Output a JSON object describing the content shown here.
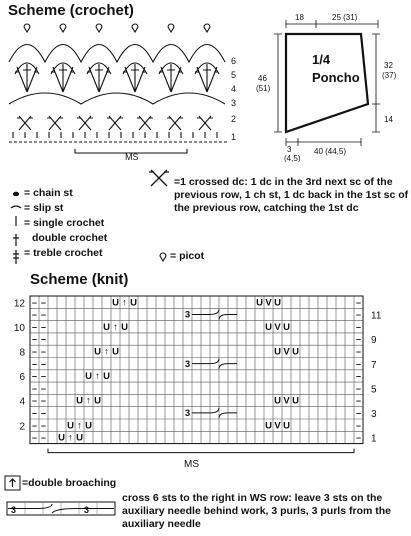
{
  "crochet": {
    "title": "Scheme (crochet)",
    "row_numbers": [
      "6",
      "5",
      "4",
      "3",
      "2",
      "1"
    ],
    "ms_label": "MS"
  },
  "poncho": {
    "label_line1": "1/4",
    "label_line2": "Poncho",
    "dim_top_left": "18",
    "dim_top_right": "25 (31)",
    "dim_left_a": "46",
    "dim_left_b": "(51)",
    "dim_right_a": "32",
    "dim_right_b": "(37)",
    "dim_right_low": "14",
    "dim_bottom_a": "3",
    "dim_bottom_b": "(4,5)",
    "dim_bottom_c": "40 (44,5)"
  },
  "legend": {
    "chain": "chain st",
    "slip": "slip st",
    "single": "single crochet",
    "double": "double crochet",
    "treble": "treble crochet",
    "crossed": "1 crossed dc: 1 dc in the 3rd next sc of the previous row, 1 ch st, 1 dc back in the 1st sc of the previous row, catching the 1st dc",
    "picot": "picot",
    "eq": "="
  },
  "knit": {
    "title": "Scheme (knit)",
    "left_numbers": [
      "12",
      "10",
      "8",
      "6",
      "4",
      "2"
    ],
    "right_numbers": [
      "11",
      "9",
      "7",
      "5",
      "3",
      "1"
    ],
    "ms_label": "MS",
    "rows": [
      [
        "–",
        "–",
        "",
        "",
        "",
        "",
        "",
        "",
        "",
        "U",
        "↑",
        "U",
        "",
        "",
        "",
        "",
        "",
        "",
        "",
        "",
        "",
        "",
        "",
        "",
        "",
        "U",
        "V",
        "U",
        "",
        "",
        "",
        "",
        "",
        "",
        "",
        "",
        "–"
      ],
      [
        "–",
        "–",
        "",
        "",
        "",
        "",
        "",
        "",
        "",
        "",
        "",
        "",
        "",
        "",
        "",
        "",
        "",
        "3",
        "",
        "",
        "",
        "",
        "",
        "",
        "",
        "",
        "",
        "",
        "",
        "",
        "",
        "",
        "",
        "",
        "",
        "",
        "–"
      ],
      [
        "–",
        "–",
        "",
        "",
        "",
        "",
        "",
        "",
        "U",
        "↑",
        "U",
        "",
        "",
        "",
        "",
        "",
        "",
        "",
        "",
        "",
        "",
        "",
        "",
        "",
        "",
        "",
        "U",
        "V",
        "U",
        "",
        "",
        "",
        "",
        "",
        "",
        "",
        "–"
      ],
      [
        "–",
        "–",
        "",
        "",
        "",
        "",
        "",
        "",
        "",
        "",
        "",
        "",
        "",
        "",
        "",
        "",
        "",
        "",
        "",
        "",
        "",
        "",
        "",
        "",
        "",
        "",
        "",
        "",
        "",
        "",
        "",
        "",
        "",
        "",
        "",
        "",
        "–"
      ],
      [
        "–",
        "–",
        "",
        "",
        "",
        "",
        "",
        "U",
        "↑",
        "U",
        "",
        "",
        "",
        "",
        "",
        "",
        "",
        "",
        "",
        "",
        "",
        "",
        "",
        "",
        "",
        "",
        "",
        "U",
        "V",
        "U",
        "",
        "",
        "",
        "",
        "",
        "",
        "–"
      ],
      [
        "–",
        "–",
        "",
        "",
        "",
        "",
        "",
        "",
        "",
        "",
        "",
        "",
        "",
        "",
        "",
        "",
        "",
        "3",
        "",
        "",
        "",
        "",
        "",
        "",
        "",
        "",
        "",
        "",
        "",
        "",
        "",
        "",
        "",
        "",
        "",
        "",
        "–"
      ],
      [
        "–",
        "–",
        "",
        "",
        "",
        "",
        "U",
        "↑",
        "U",
        "",
        "",
        "",
        "",
        "",
        "",
        "",
        "",
        "",
        "",
        "",
        "",
        "",
        "",
        "",
        "",
        "",
        "",
        "",
        "",
        "",
        "",
        "",
        "",
        "",
        "",
        "",
        "–"
      ],
      [
        "–",
        "–",
        "",
        "",
        "",
        "",
        "",
        "",
        "",
        "",
        "",
        "",
        "",
        "",
        "",
        "",
        "",
        "",
        "",
        "",
        "",
        "",
        "",
        "",
        "",
        "",
        "",
        "",
        "",
        "",
        "",
        "",
        "",
        "",
        "",
        "",
        "–"
      ],
      [
        "–",
        "–",
        "",
        "",
        "",
        "U",
        "↑",
        "U",
        "",
        "",
        "",
        "",
        "",
        "",
        "",
        "",
        "",
        "",
        "",
        "",
        "",
        "",
        "",
        "",
        "",
        "",
        "",
        "U",
        "V",
        "U",
        "",
        "",
        "",
        "",
        "",
        "",
        "–"
      ],
      [
        "–",
        "–",
        "",
        "",
        "",
        "",
        "",
        "",
        "",
        "",
        "",
        "",
        "",
        "",
        "",
        "",
        "",
        "3",
        "",
        "",
        "",
        "",
        "",
        "",
        "",
        "",
        "",
        "",
        "",
        "",
        "",
        "",
        "",
        "",
        "",
        "",
        "–"
      ],
      [
        "–",
        "–",
        "",
        "",
        "U",
        "↑",
        "U",
        "",
        "",
        "",
        "",
        "",
        "",
        "",
        "",
        "",
        "",
        "",
        "",
        "",
        "",
        "",
        "",
        "",
        "",
        "",
        "U",
        "V",
        "U",
        "",
        "",
        "",
        "",
        "",
        "",
        "",
        "–"
      ],
      [
        "–",
        "–",
        "",
        "U",
        "↑",
        "U",
        "",
        "",
        "",
        "",
        "",
        "",
        "",
        "",
        "",
        "",
        "",
        "",
        "",
        "",
        "",
        "",
        "",
        "",
        "",
        "",
        "",
        "",
        "",
        "",
        "",
        "",
        "",
        "",
        "",
        "",
        "–"
      ]
    ],
    "legend_broaching": "double broaching",
    "legend_cross": "cross 6 sts to the right in WS row: leave 3 sts on the auxiliary needle behind work, 3 purls, 3 purls from the auxiliary needle",
    "cross_num": "3"
  },
  "colors": {
    "ink": "#111111",
    "grid": "#555555",
    "gray": "#bbbbbb"
  }
}
